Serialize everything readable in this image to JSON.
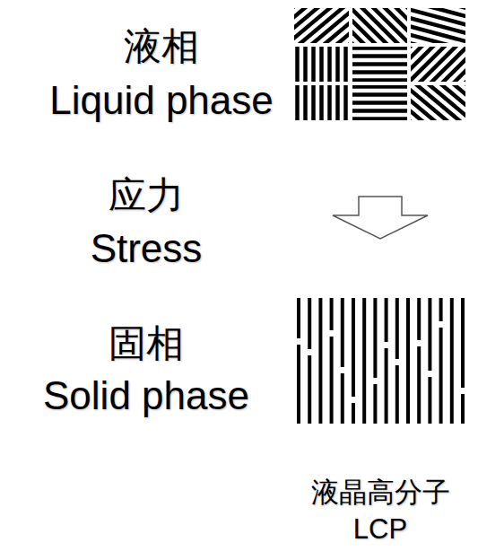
{
  "diagram": {
    "labels": [
      "液相",
      "Liquid phase",
      "应力",
      "Stress",
      "固相",
      "Solid phase",
      "液晶高分子",
      "LCP"
    ]
  }
}
